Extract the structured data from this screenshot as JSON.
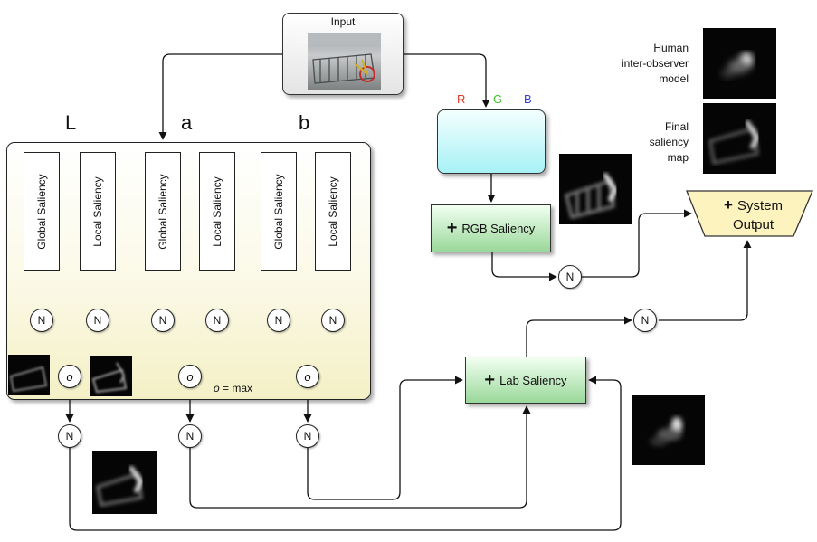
{
  "input": {
    "title": "Input"
  },
  "channels": {
    "l": "L",
    "a": "a",
    "b": "b"
  },
  "rgb_letters": {
    "r": "R",
    "g": "G",
    "b": "B"
  },
  "features": {
    "global": "Global Saliency",
    "local": "Local Saliency"
  },
  "node_labels": {
    "normalize": "N",
    "combine": "o"
  },
  "combine_note": {
    "symbol": "o",
    "rest": " = max"
  },
  "rgb_saliency": {
    "plus": "+",
    "label": "RGB Saliency"
  },
  "lab_saliency": {
    "plus": "+",
    "label": "Lab Saliency"
  },
  "system_output": {
    "plus": "+",
    "line1": "System",
    "line2": "Output"
  },
  "labels": {
    "human_line1": "Human",
    "human_line2": "inter-observer",
    "human_line3": "model",
    "final_line1": "Final",
    "final_line2": "saliency",
    "final_line3": "map"
  },
  "colors": {
    "r": "#e23a26",
    "g": "#3ec22f",
    "b": "#2f3fd0"
  }
}
